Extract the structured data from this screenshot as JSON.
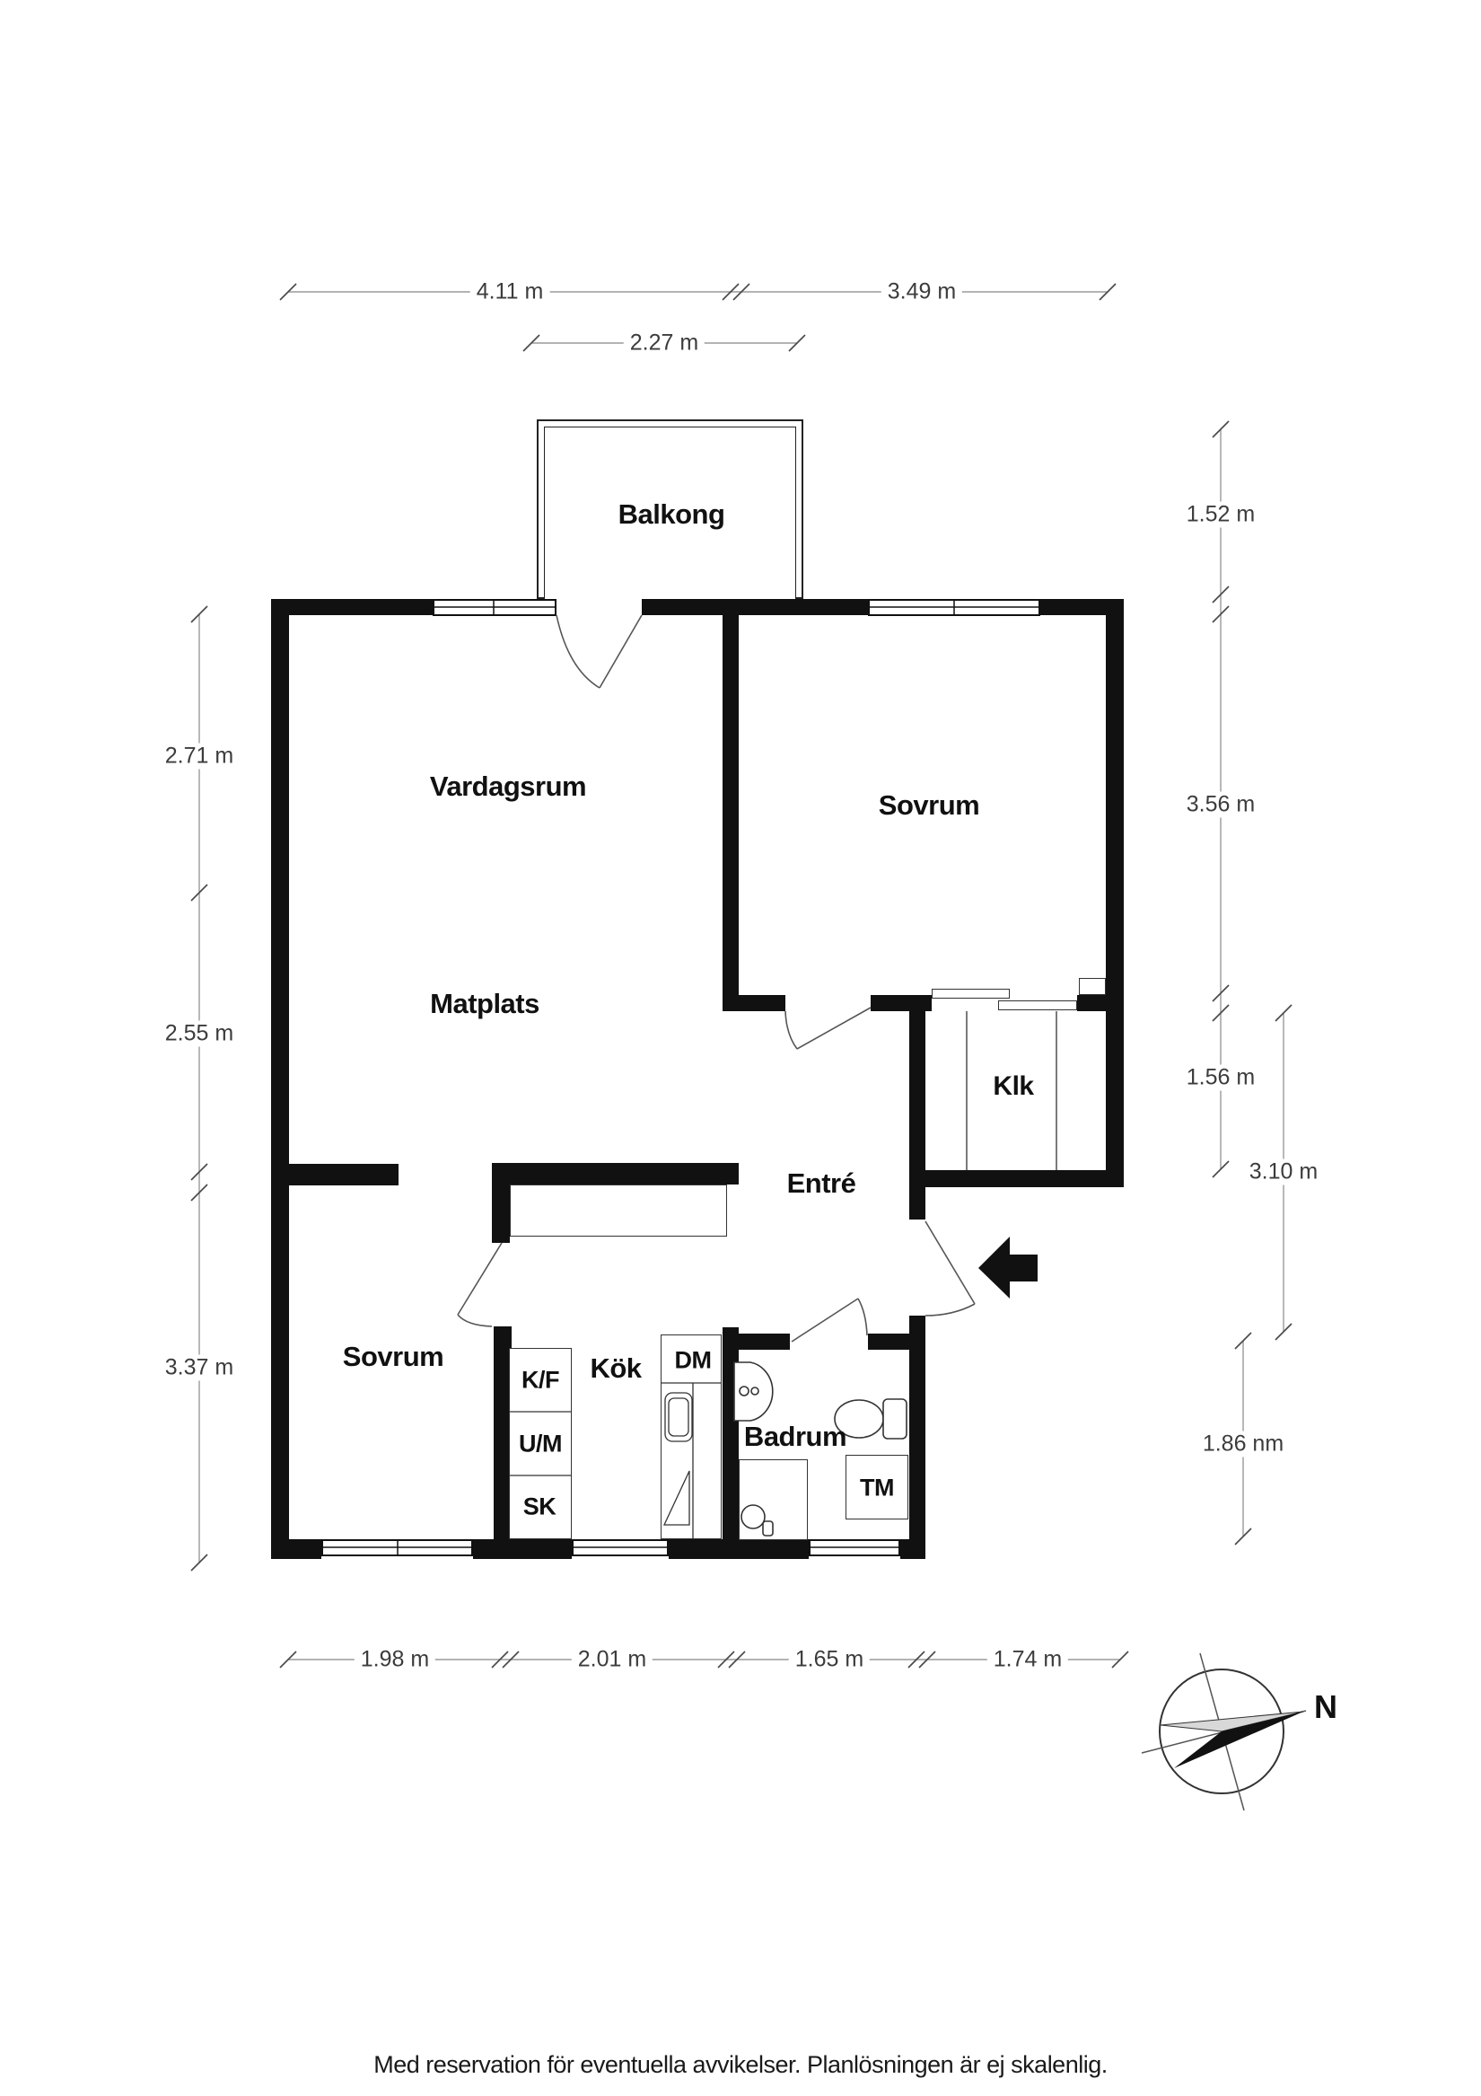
{
  "rooms": {
    "balkong": "Balkong",
    "vardagsrum": "Vardagsrum",
    "sovrum_1": "Sovrum",
    "matplats": "Matplats",
    "klk": "Klk",
    "entre": "Entré",
    "sovrum_2": "Sovrum",
    "kok": "Kök",
    "badrum": "Badrum"
  },
  "appliances": {
    "kf": "K/F",
    "um": "U/M",
    "sk": "SK",
    "dm": "DM",
    "tm": "TM"
  },
  "dimensions": {
    "top": [
      "4.11 m",
      "3.49 m"
    ],
    "balcony_width": "2.27 m",
    "left": [
      "2.71 m",
      "2.55 m",
      "3.37 m"
    ],
    "right_inner": [
      "1.52 m",
      "3.56 m",
      "1.56 m"
    ],
    "right_inner_lower": "1.86 nm",
    "right_outer": "3.10 m",
    "bottom": [
      "1.98 m",
      "2.01 m",
      "1.65 m",
      "1.74 m"
    ]
  },
  "compass": {
    "north": "N"
  },
  "footer": {
    "disclaimer": "Med reservation för eventuella avvikelser. Planlösningen är ej skalenlig."
  },
  "colors": {
    "wall": "#111111",
    "dim_line": "#9a9a9a",
    "dim_text": "#3c3c3c",
    "compass_gray": "#d8d8d8"
  }
}
